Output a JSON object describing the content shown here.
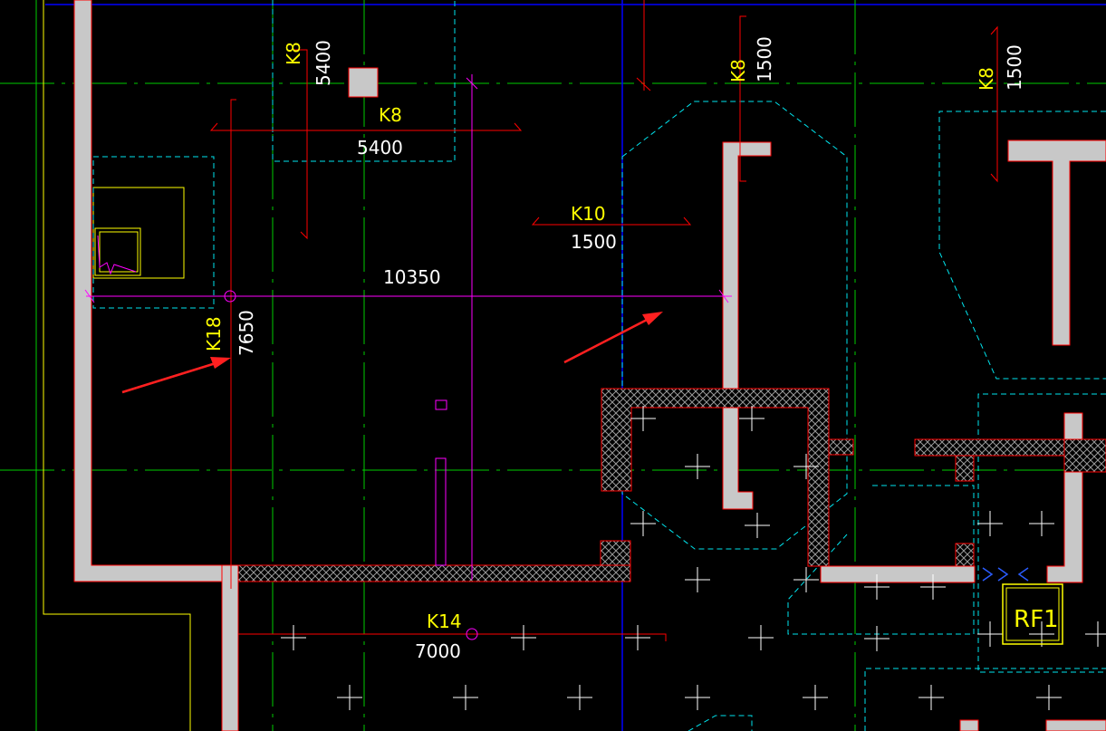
{
  "drawing": {
    "colors": {
      "background": "#000000",
      "wall_fill": "#c8c8c8",
      "wall_edge": "#ff0000",
      "hatch": "#9a9a9a",
      "axis_green": "#00cc00",
      "axis_blue": "#0000ff",
      "dim_red": "#ff0000",
      "dim_magenta": "#ff00ff",
      "cyan_dashed": "#00e5ee",
      "yellow": "#ffff00",
      "white": "#ffffff"
    },
    "annotations": [
      {
        "id": "k8-left-label",
        "text": "K8",
        "color": "yellow"
      },
      {
        "id": "k8-left-value",
        "text": "5400",
        "color": "white"
      },
      {
        "id": "k8-top-label",
        "text": "K8",
        "color": "yellow"
      },
      {
        "id": "k8-top-value",
        "text": "5400",
        "color": "white"
      },
      {
        "id": "k8-mid-label",
        "text": "K8",
        "color": "yellow"
      },
      {
        "id": "k8-mid-value",
        "text": "1500",
        "color": "white"
      },
      {
        "id": "k8-right-label",
        "text": "K8",
        "color": "yellow"
      },
      {
        "id": "k8-right-value",
        "text": "1500",
        "color": "white"
      },
      {
        "id": "k10-label",
        "text": "K10",
        "color": "yellow"
      },
      {
        "id": "k10-value",
        "text": "1500",
        "color": "white"
      },
      {
        "id": "span-10350",
        "text": "10350",
        "color": "white"
      },
      {
        "id": "k18-label",
        "text": "K18",
        "color": "yellow"
      },
      {
        "id": "k18-value",
        "text": "7650",
        "color": "white"
      },
      {
        "id": "k14-label",
        "text": "K14",
        "color": "yellow"
      },
      {
        "id": "k14-value",
        "text": "7000",
        "color": "white"
      }
    ],
    "tags": [
      {
        "id": "rf1-tag",
        "text": "RF1"
      }
    ],
    "icons": [
      "red-arrow-icon",
      "red-arrow-icon",
      "grid-cross-icon"
    ]
  }
}
